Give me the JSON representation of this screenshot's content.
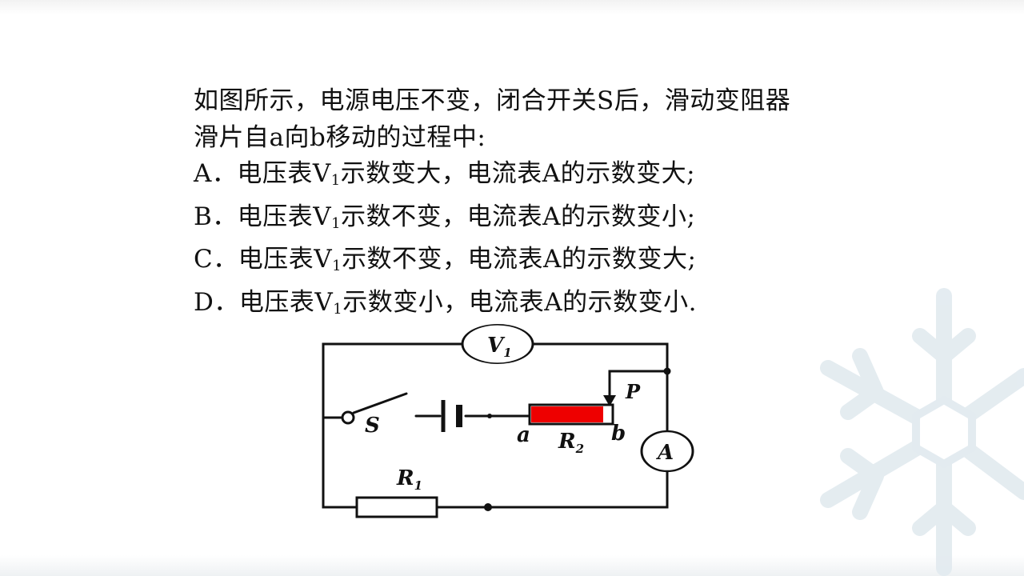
{
  "question": {
    "stem_line1": "如图所示，电源电压不变，闭合开关S后，滑动变阻器",
    "stem_line2": "滑片自a向b移动的过程中:",
    "options": [
      {
        "prefix": "A．电压表V",
        "sub": "1",
        "suffix": "示数变大，电流表A的示数变大;"
      },
      {
        "prefix": "B．电压表V",
        "sub": "1",
        "suffix": "示数不变，电流表A的示数变小;"
      },
      {
        "prefix": "C．电压表V",
        "sub": "1",
        "suffix": "示数不变，电流表A的示数变大;"
      },
      {
        "prefix": "D．电压表V",
        "sub": "1",
        "suffix": "示数变小，电流表A的示数变小."
      }
    ]
  },
  "circuit": {
    "voltmeter": {
      "letter": "V",
      "sub": "1"
    },
    "ammeter": {
      "letter": "A"
    },
    "switch_label": "S",
    "slider_label": "P",
    "end_a": "a",
    "end_b": "b",
    "r2": {
      "letter": "R",
      "sub": "2"
    },
    "r1": {
      "letter": "R",
      "sub": "1"
    },
    "colors": {
      "rheostat_fill": "#ee0000",
      "wire": "#111111"
    }
  }
}
